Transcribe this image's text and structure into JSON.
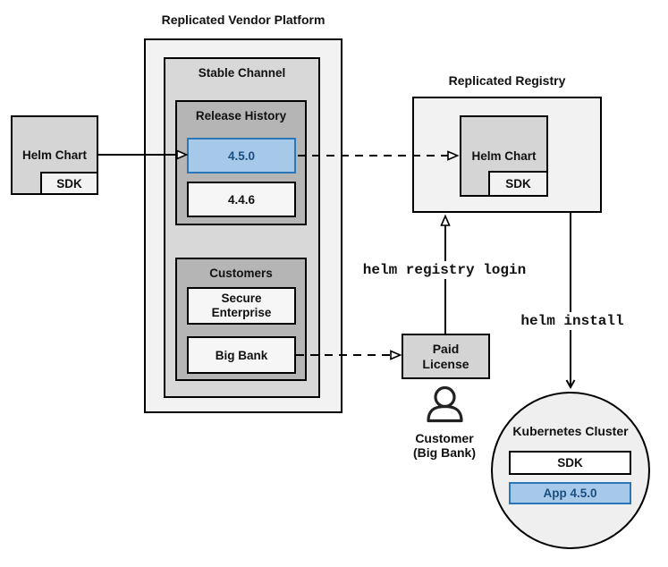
{
  "colors": {
    "highlight_fill": "#a6c9e9",
    "highlight_border": "#2b76b6",
    "highlight_text": "#1b4e80",
    "box_border": "#000000",
    "container_light": "#f2f2f2",
    "container_mid": "#d8d8d8",
    "container_dark": "#b5b5b5"
  },
  "platform": {
    "title": "Replicated Vendor Platform",
    "stable_channel": {
      "title": "Stable Channel",
      "release_history": {
        "title": "Release History",
        "current_release": "4.5.0",
        "previous_release": "4.4.6"
      },
      "customers": {
        "title": "Customers",
        "customer1": "Secure Enterprise",
        "customer2": "Big Bank"
      }
    }
  },
  "vendor_chart": {
    "label": "Helm Chart",
    "sdk": "SDK"
  },
  "registry": {
    "title": "Replicated Registry",
    "helm_chart": "Helm Chart",
    "sdk": "SDK"
  },
  "commands": {
    "registry_login": "helm registry login",
    "install": "helm install"
  },
  "license": {
    "label": "Paid License"
  },
  "customer": {
    "line1": "Customer",
    "line2": "(Big Bank)"
  },
  "cluster": {
    "title": "Kubernetes Cluster",
    "sdk": "SDK",
    "app": "App 4.5.0"
  },
  "icons": {
    "person": "person-icon"
  }
}
